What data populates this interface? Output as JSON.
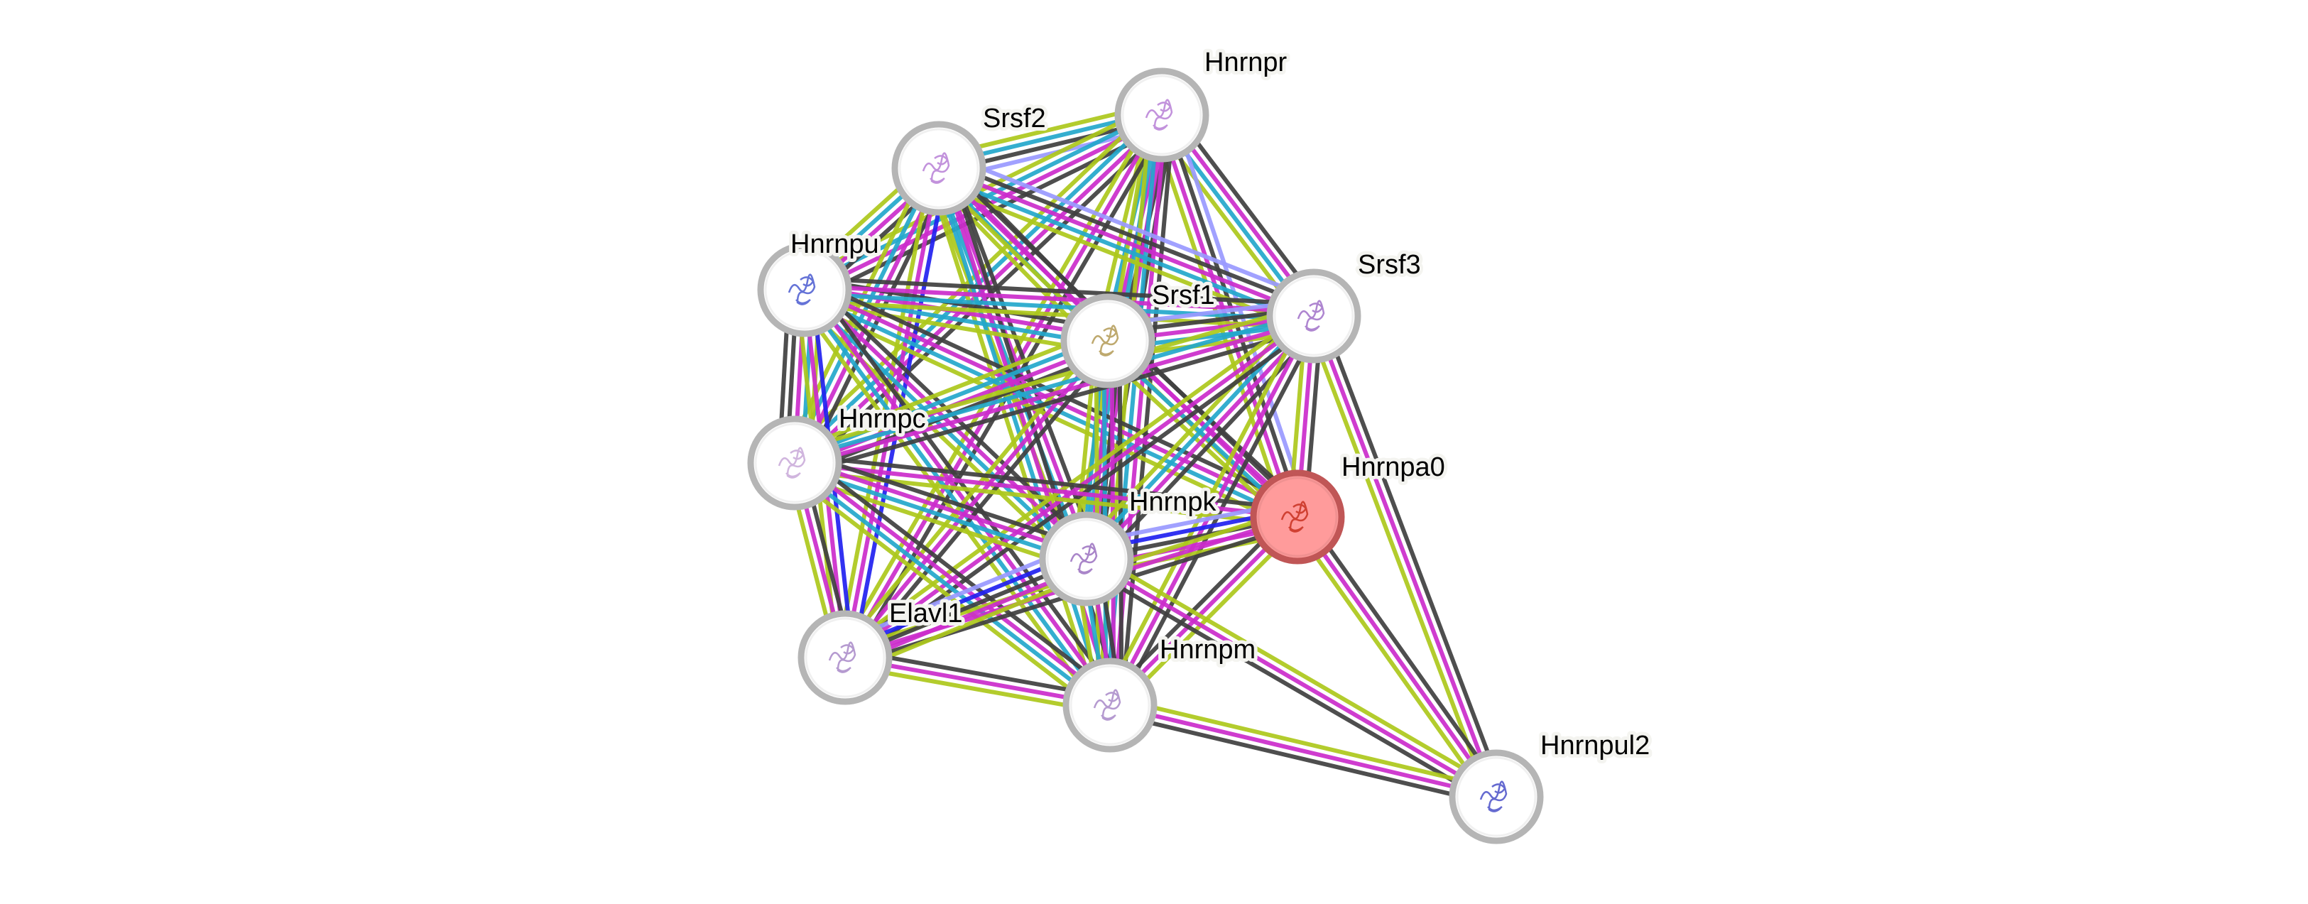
{
  "network": {
    "evidence_colors": {
      "coexpression": "#404040",
      "experiments": "#cc2ccc",
      "databases": "#23a8cc",
      "textmining": "#adc81c",
      "homology": "#9a9aff",
      "cooccurrence": "#2121f0"
    },
    "nodes": [
      {
        "id": "Hnrnpr",
        "label": "Hnrnpr",
        "query": false,
        "structure_tint": "#b77fd6"
      },
      {
        "id": "Srsf2",
        "label": "Srsf2",
        "query": false,
        "structure_tint": "#b77fd6"
      },
      {
        "id": "Hnrnpu",
        "label": "Hnrnpu",
        "query": false,
        "structure_tint": "#4a5ad0"
      },
      {
        "id": "Srsf1",
        "label": "Srsf1",
        "query": false,
        "structure_tint": "#b39a55"
      },
      {
        "id": "Srsf3",
        "label": "Srsf3",
        "query": false,
        "structure_tint": "#a070c8"
      },
      {
        "id": "Hnrnpc",
        "label": "Hnrnpc",
        "query": false,
        "structure_tint": "#c8a8d8"
      },
      {
        "id": "Hnrnpa0",
        "label": "Hnrnpa0",
        "query": true,
        "structure_tint": "#c83020"
      },
      {
        "id": "Hnrnpk",
        "label": "Hnrnpk",
        "query": false,
        "structure_tint": "#9a70c0"
      },
      {
        "id": "Elavl1",
        "label": "Elavl1",
        "query": false,
        "structure_tint": "#a888c8"
      },
      {
        "id": "Hnrnpm",
        "label": "Hnrnpm",
        "query": false,
        "structure_tint": "#a888c8"
      },
      {
        "id": "Hnrnpul2",
        "label": "Hnrnpul2",
        "query": false,
        "structure_tint": "#4a50c8"
      }
    ],
    "edges": [
      {
        "a": "Hnrnpr",
        "b": "Srsf2",
        "evidence": [
          "homology",
          "coexpression",
          "databases",
          "textmining"
        ]
      },
      {
        "a": "Hnrnpr",
        "b": "Hnrnpu",
        "evidence": [
          "coexpression",
          "experiments",
          "databases",
          "textmining"
        ]
      },
      {
        "a": "Hnrnpr",
        "b": "Srsf1",
        "evidence": [
          "coexpression",
          "experiments",
          "databases",
          "textmining"
        ]
      },
      {
        "a": "Hnrnpr",
        "b": "Srsf3",
        "evidence": [
          "coexpression",
          "experiments",
          "databases",
          "textmining"
        ]
      },
      {
        "a": "Hnrnpr",
        "b": "Hnrnpc",
        "evidence": [
          "coexpression",
          "experiments",
          "databases",
          "textmining"
        ]
      },
      {
        "a": "Hnrnpr",
        "b": "Hnrnpa0",
        "evidence": [
          "homology",
          "coexpression",
          "experiments",
          "textmining"
        ]
      },
      {
        "a": "Hnrnpr",
        "b": "Hnrnpk",
        "evidence": [
          "coexpression",
          "experiments",
          "databases",
          "textmining"
        ]
      },
      {
        "a": "Hnrnpr",
        "b": "Elavl1",
        "evidence": [
          "coexpression",
          "experiments",
          "textmining"
        ]
      },
      {
        "a": "Hnrnpr",
        "b": "Hnrnpm",
        "evidence": [
          "coexpression",
          "experiments",
          "databases",
          "textmining"
        ]
      },
      {
        "a": "Srsf2",
        "b": "Hnrnpu",
        "evidence": [
          "coexpression",
          "experiments",
          "databases",
          "textmining"
        ]
      },
      {
        "a": "Srsf2",
        "b": "Srsf1",
        "evidence": [
          "coexpression",
          "experiments",
          "databases",
          "textmining"
        ]
      },
      {
        "a": "Srsf2",
        "b": "Srsf3",
        "evidence": [
          "homology",
          "coexpression",
          "experiments",
          "databases",
          "textmining"
        ]
      },
      {
        "a": "Srsf2",
        "b": "Hnrnpc",
        "evidence": [
          "coexpression",
          "experiments",
          "databases",
          "textmining"
        ]
      },
      {
        "a": "Srsf2",
        "b": "Hnrnpa0",
        "evidence": [
          "coexpression",
          "experiments",
          "textmining"
        ]
      },
      {
        "a": "Srsf2",
        "b": "Hnrnpk",
        "evidence": [
          "coexpression",
          "experiments",
          "databases",
          "textmining"
        ]
      },
      {
        "a": "Srsf2",
        "b": "Elavl1",
        "evidence": [
          "cooccurrence",
          "experiments",
          "textmining"
        ]
      },
      {
        "a": "Srsf2",
        "b": "Hnrnpm",
        "evidence": [
          "coexpression",
          "experiments",
          "databases",
          "textmining"
        ]
      },
      {
        "a": "Hnrnpu",
        "b": "Srsf1",
        "evidence": [
          "coexpression",
          "experiments",
          "databases",
          "textmining"
        ]
      },
      {
        "a": "Hnrnpu",
        "b": "Srsf3",
        "evidence": [
          "coexpression",
          "experiments",
          "databases",
          "textmining"
        ]
      },
      {
        "a": "Hnrnpu",
        "b": "Hnrnpc",
        "evidence": [
          "textmining",
          "databases",
          "experiments",
          "coexpression",
          "coexpression"
        ]
      },
      {
        "a": "Hnrnpu",
        "b": "Hnrnpa0",
        "evidence": [
          "coexpression",
          "experiments",
          "databases",
          "textmining"
        ]
      },
      {
        "a": "Hnrnpu",
        "b": "Hnrnpk",
        "evidence": [
          "coexpression",
          "experiments",
          "databases",
          "textmining"
        ]
      },
      {
        "a": "Hnrnpu",
        "b": "Elavl1",
        "evidence": [
          "cooccurrence",
          "experiments",
          "textmining"
        ]
      },
      {
        "a": "Hnrnpu",
        "b": "Hnrnpm",
        "evidence": [
          "coexpression",
          "experiments",
          "databases",
          "textmining"
        ]
      },
      {
        "a": "Srsf1",
        "b": "Srsf3",
        "evidence": [
          "homology",
          "coexpression",
          "experiments",
          "databases",
          "textmining"
        ]
      },
      {
        "a": "Srsf1",
        "b": "Hnrnpc",
        "evidence": [
          "coexpression",
          "experiments",
          "databases",
          "textmining"
        ]
      },
      {
        "a": "Srsf1",
        "b": "Hnrnpa0",
        "evidence": [
          "coexpression",
          "experiments",
          "databases",
          "textmining"
        ]
      },
      {
        "a": "Srsf1",
        "b": "Hnrnpk",
        "evidence": [
          "coexpression",
          "experiments",
          "databases",
          "textmining"
        ]
      },
      {
        "a": "Srsf1",
        "b": "Elavl1",
        "evidence": [
          "coexpression",
          "experiments",
          "textmining"
        ]
      },
      {
        "a": "Srsf1",
        "b": "Hnrnpm",
        "evidence": [
          "coexpression",
          "experiments",
          "databases",
          "textmining"
        ]
      },
      {
        "a": "Srsf3",
        "b": "Hnrnpc",
        "evidence": [
          "coexpression",
          "experiments",
          "databases",
          "textmining"
        ]
      },
      {
        "a": "Srsf3",
        "b": "Hnrnpa0",
        "evidence": [
          "coexpression",
          "experiments",
          "textmining"
        ]
      },
      {
        "a": "Srsf3",
        "b": "Hnrnpk",
        "evidence": [
          "coexpression",
          "experiments",
          "databases",
          "textmining"
        ]
      },
      {
        "a": "Srsf3",
        "b": "Elavl1",
        "evidence": [
          "coexpression",
          "experiments",
          "textmining"
        ]
      },
      {
        "a": "Srsf3",
        "b": "Hnrnpm",
        "evidence": [
          "coexpression",
          "experiments",
          "textmining"
        ]
      },
      {
        "a": "Srsf3",
        "b": "Hnrnpul2",
        "evidence": [
          "coexpression",
          "experiments",
          "textmining"
        ]
      },
      {
        "a": "Hnrnpc",
        "b": "Hnrnpa0",
        "evidence": [
          "coexpression",
          "experiments",
          "textmining"
        ]
      },
      {
        "a": "Hnrnpc",
        "b": "Hnrnpk",
        "evidence": [
          "coexpression",
          "experiments",
          "databases",
          "textmining"
        ]
      },
      {
        "a": "Hnrnpc",
        "b": "Elavl1",
        "evidence": [
          "coexpression",
          "experiments",
          "textmining"
        ]
      },
      {
        "a": "Hnrnpc",
        "b": "Hnrnpm",
        "evidence": [
          "coexpression",
          "experiments",
          "databases",
          "textmining"
        ]
      },
      {
        "a": "Hnrnpa0",
        "b": "Hnrnpk",
        "evidence": [
          "textmining",
          "experiments",
          "coexpression",
          "cooccurrence",
          "homology"
        ]
      },
      {
        "a": "Hnrnpa0",
        "b": "Elavl1",
        "evidence": [
          "coexpression",
          "experiments",
          "textmining"
        ]
      },
      {
        "a": "Hnrnpa0",
        "b": "Hnrnpm",
        "evidence": [
          "textmining",
          "experiments",
          "coexpression"
        ]
      },
      {
        "a": "Hnrnpa0",
        "b": "Hnrnpul2",
        "evidence": [
          "coexpression",
          "experiments",
          "textmining"
        ]
      },
      {
        "a": "Hnrnpk",
        "b": "Elavl1",
        "evidence": [
          "textmining",
          "experiments",
          "coexpression",
          "cooccurrence",
          "homology"
        ]
      },
      {
        "a": "Hnrnpk",
        "b": "Hnrnpm",
        "evidence": [
          "coexpression",
          "experiments",
          "databases",
          "textmining"
        ]
      },
      {
        "a": "Hnrnpk",
        "b": "Hnrnpul2",
        "evidence": [
          "textmining",
          "experiments",
          "coexpression"
        ]
      },
      {
        "a": "Elavl1",
        "b": "Hnrnpm",
        "evidence": [
          "coexpression",
          "experiments",
          "textmining"
        ]
      },
      {
        "a": "Hnrnpm",
        "b": "Hnrnpul2",
        "evidence": [
          "textmining",
          "experiments",
          "coexpression"
        ]
      }
    ]
  }
}
